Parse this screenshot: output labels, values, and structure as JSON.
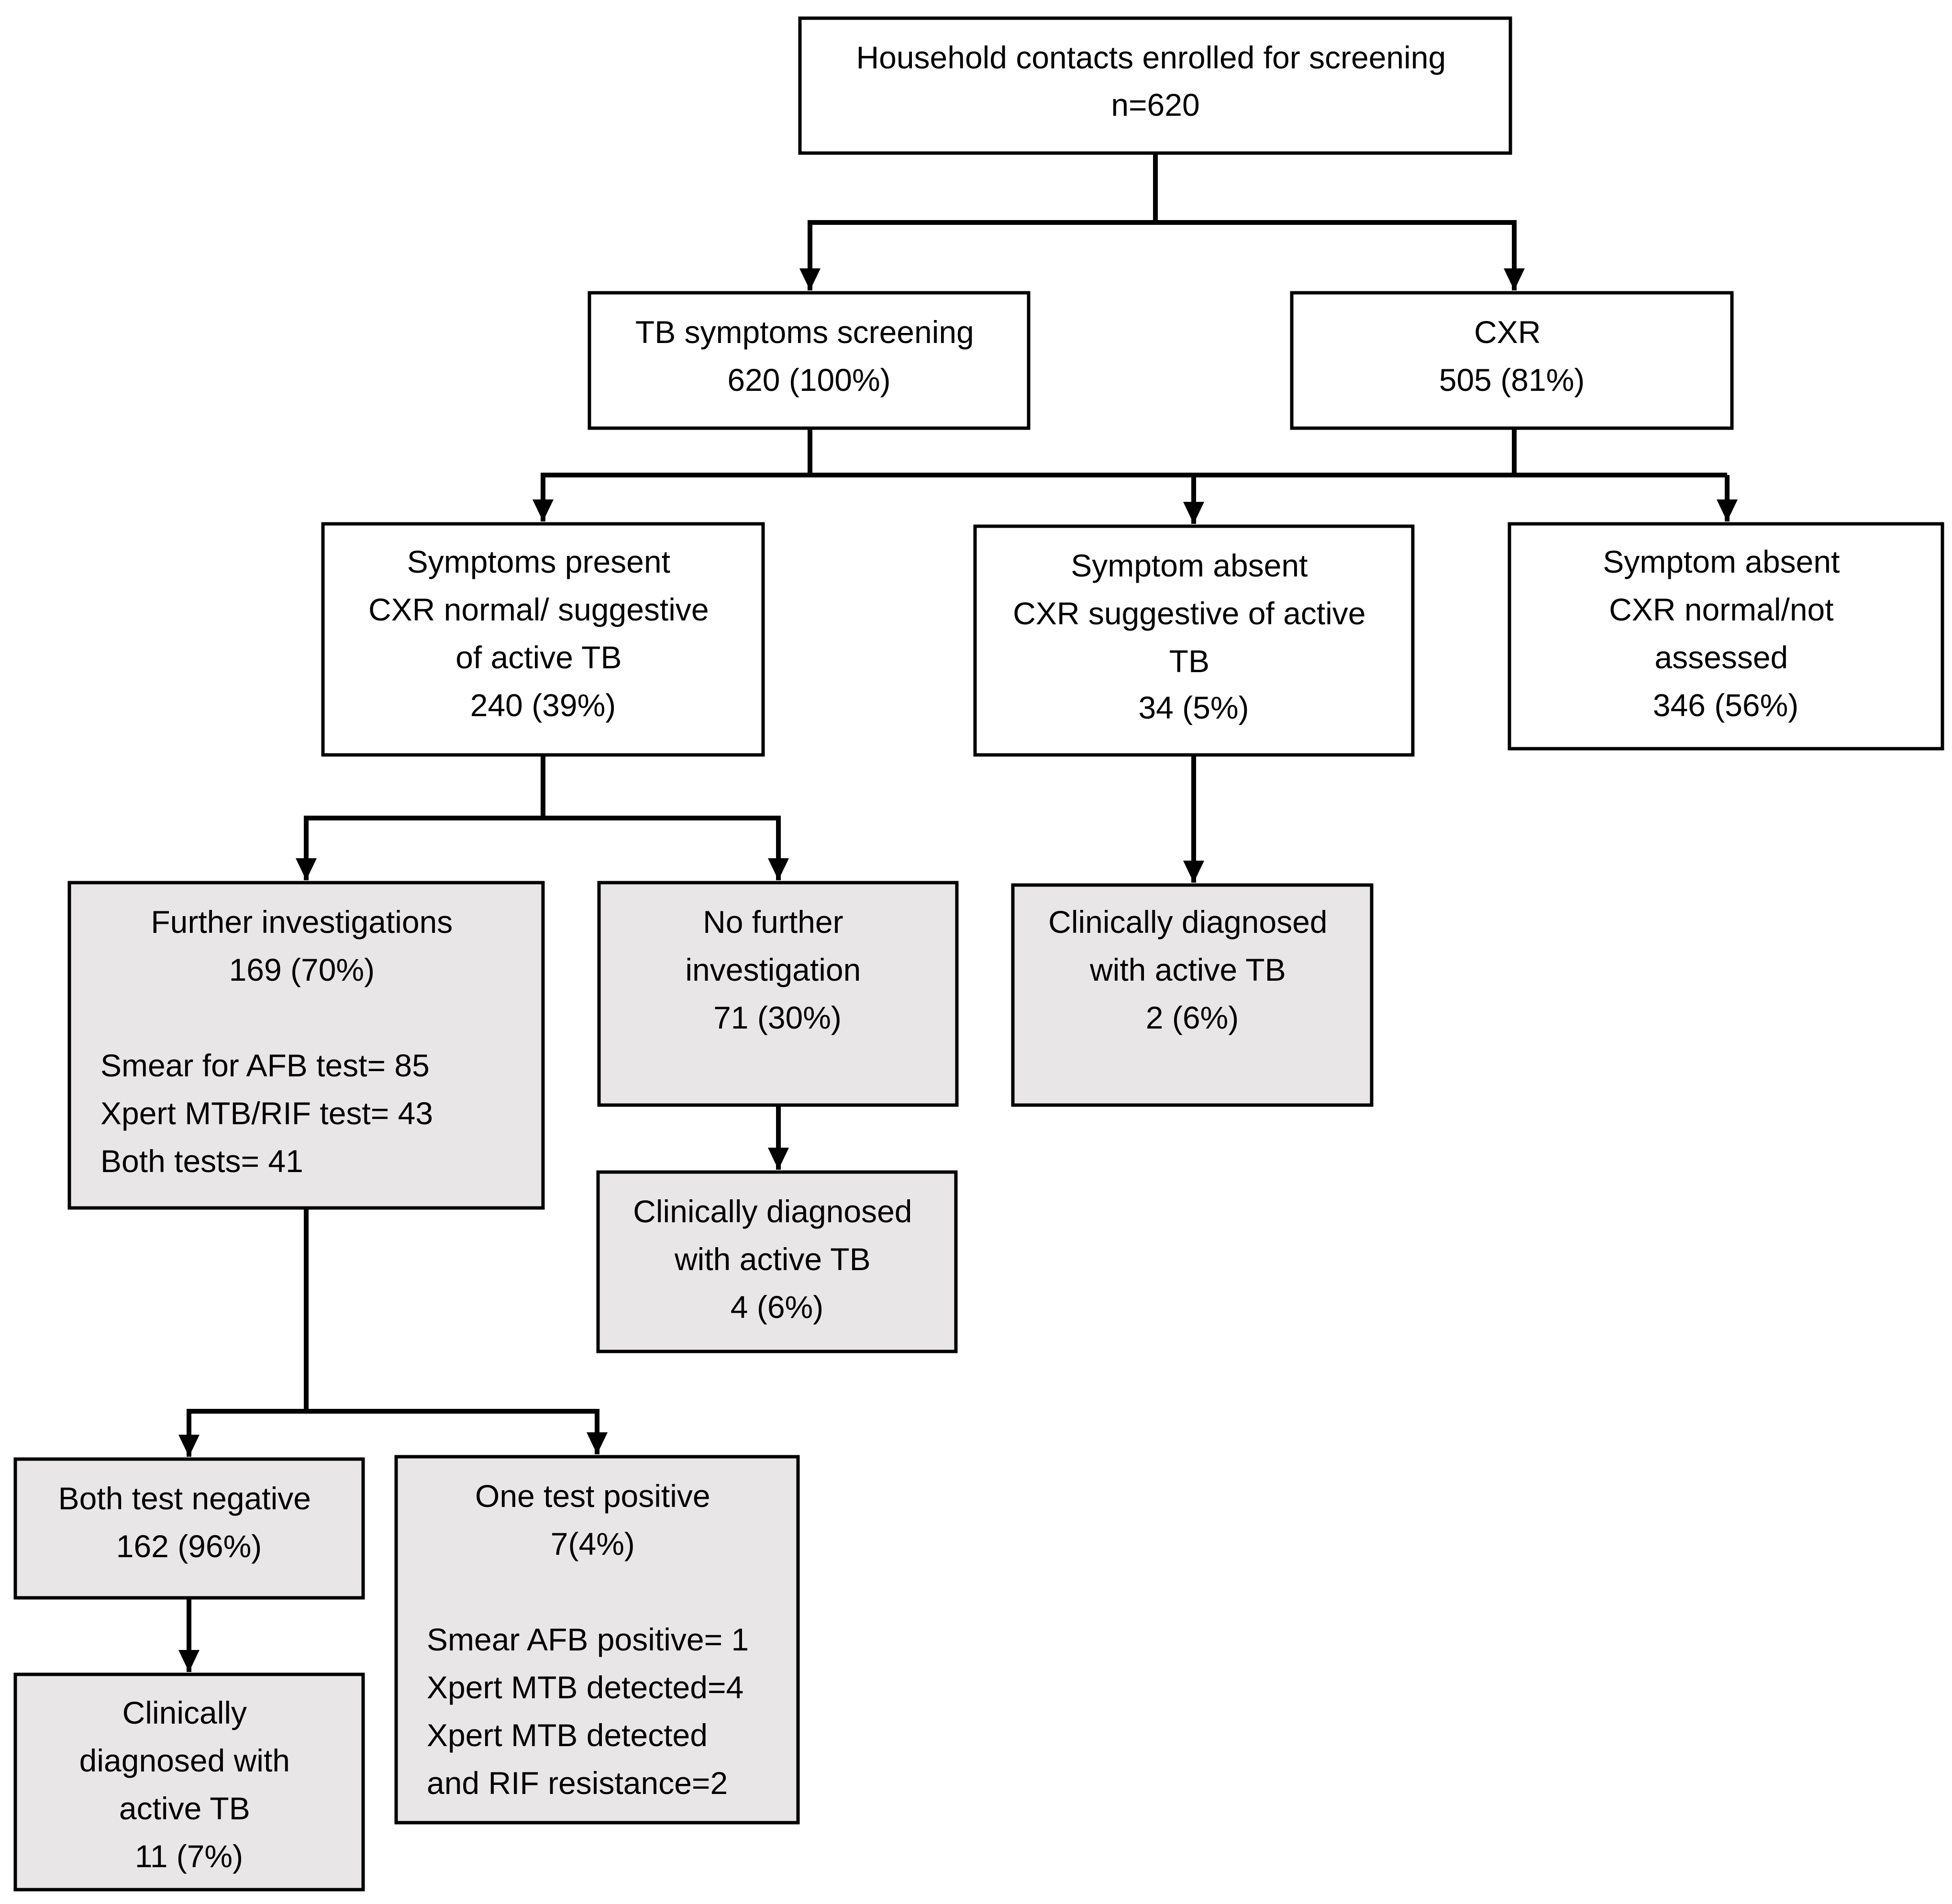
{
  "colors": {
    "plain_fill": "#ffffff",
    "shaded_fill": "#e8e6e6",
    "line": "#000000"
  },
  "nodes": {
    "enrolled": {
      "lines": [
        "Household contacts enrolled for screening",
        "n=620"
      ]
    },
    "symptom_screening": {
      "lines": [
        "TB symptoms screening",
        "620 (100%)"
      ]
    },
    "cxr": {
      "lines": [
        "CXR",
        "505 (81%)"
      ]
    },
    "symptoms_present": {
      "lines": [
        "Symptoms present",
        "CXR normal/ suggestive",
        "of active TB",
        "240 (39%)"
      ]
    },
    "absent_suggestive": {
      "lines": [
        "Symptom absent",
        "CXR suggestive of active",
        "TB",
        "34 (5%)"
      ]
    },
    "absent_normal": {
      "lines": [
        "Symptom absent",
        "CXR normal/not",
        "assessed",
        "346 (56%)"
      ]
    },
    "further_investigations": {
      "lines": [
        "Further investigations",
        "169 (70%)",
        "Smear for AFB test= 85",
        "Xpert MTB/RIF test= 43",
        "Both tests= 41"
      ]
    },
    "no_further": {
      "lines": [
        "No further",
        "investigation",
        "71 (30%)"
      ]
    },
    "diagnosed_absent": {
      "lines": [
        "Clinically diagnosed",
        "with active TB",
        "2 (6%)"
      ]
    },
    "diagnosed_no_further": {
      "lines": [
        "Clinically diagnosed",
        "with active TB",
        "4 (6%)"
      ]
    },
    "both_negative": {
      "lines": [
        "Both test negative",
        "162 (96%)"
      ]
    },
    "one_positive": {
      "lines": [
        "One test positive",
        "7(4%)",
        "Smear AFB positive= 1",
        "Xpert MTB detected=4",
        "Xpert MTB detected",
        "and RIF resistance=2"
      ]
    },
    "diagnosed_negative": {
      "lines": [
        "Clinically",
        "diagnosed with",
        "active TB",
        "11 (7%)"
      ]
    }
  }
}
